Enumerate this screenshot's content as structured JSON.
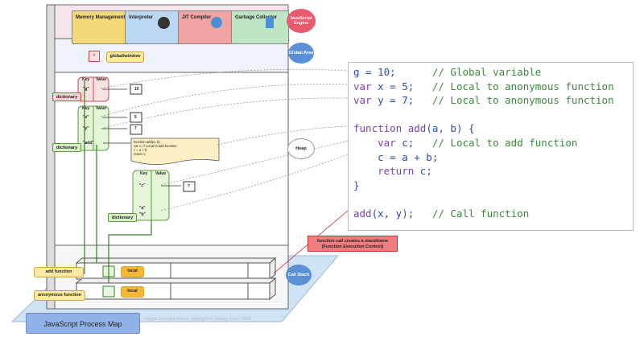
{
  "engine": {
    "components": [
      {
        "label": "Memory Management",
        "color": "#f4d97a"
      },
      {
        "label": "Interpreter",
        "color": "#bcd7f2"
      },
      {
        "label": "JIT Compiler",
        "color": "#f2a3a3"
      },
      {
        "label": "Garbage Collector",
        "color": "#bfe6c4"
      }
    ],
    "engine_label": "JavaScript Engine",
    "global_area_label": "Global Area",
    "heap_label": "Heap",
    "call_stack_label": "Call Stack",
    "global_window_label": "global/window"
  },
  "heap": {
    "dict1": {
      "label": "dictionary",
      "key_header": "Key",
      "value_header": "Value",
      "keys": [
        "\"g\""
      ],
      "values": [
        "10"
      ]
    },
    "dict2": {
      "label": "dictionary",
      "key_header": "Key",
      "value_header": "Value",
      "keys": [
        "\"x\"",
        "\"y\"",
        "\"add\""
      ],
      "values": [
        "5",
        "7"
      ]
    },
    "dict3": {
      "label": "dictionary",
      "key_header": "Key",
      "value_header": "Value",
      "keys": [
        "\"c\"",
        "\"a\"",
        "\"b\""
      ],
      "values": [
        "?"
      ]
    },
    "function_note": [
      "function add(a, b)",
      "",
      "var c; // Local to add function",
      "c = a + b",
      "return c;"
    ]
  },
  "stack": {
    "frames": [
      {
        "label": "add function",
        "local": "local"
      },
      {
        "label": "anonymous function",
        "local": "local"
      }
    ],
    "callout": "function call creates a stackframe (Function Execution Context)"
  },
  "code_lines": [
    {
      "code": "g = 10;      ",
      "comment": "// Global variable"
    },
    {
      "code": "var x = 5;   ",
      "comment": "// Local to anonymous function"
    },
    {
      "code": "var y = 7;   ",
      "comment": "// Local to anonymous function"
    },
    {
      "code": "",
      "comment": ""
    },
    {
      "code": "function add(a, b) {",
      "comment": ""
    },
    {
      "code": "    var c;   ",
      "comment": "// Local to add function"
    },
    {
      "code": "    c = a + b;",
      "comment": ""
    },
    {
      "code": "    return c;",
      "comment": ""
    },
    {
      "code": "}",
      "comment": ""
    },
    {
      "code": "",
      "comment": ""
    },
    {
      "code": "add(x, y);   ",
      "comment": "// Call function"
    }
  ],
  "title": "JavaScript Process Map",
  "copyright": "Digital Concept Visual, copyright © Sanjay Vyas, 2020"
}
